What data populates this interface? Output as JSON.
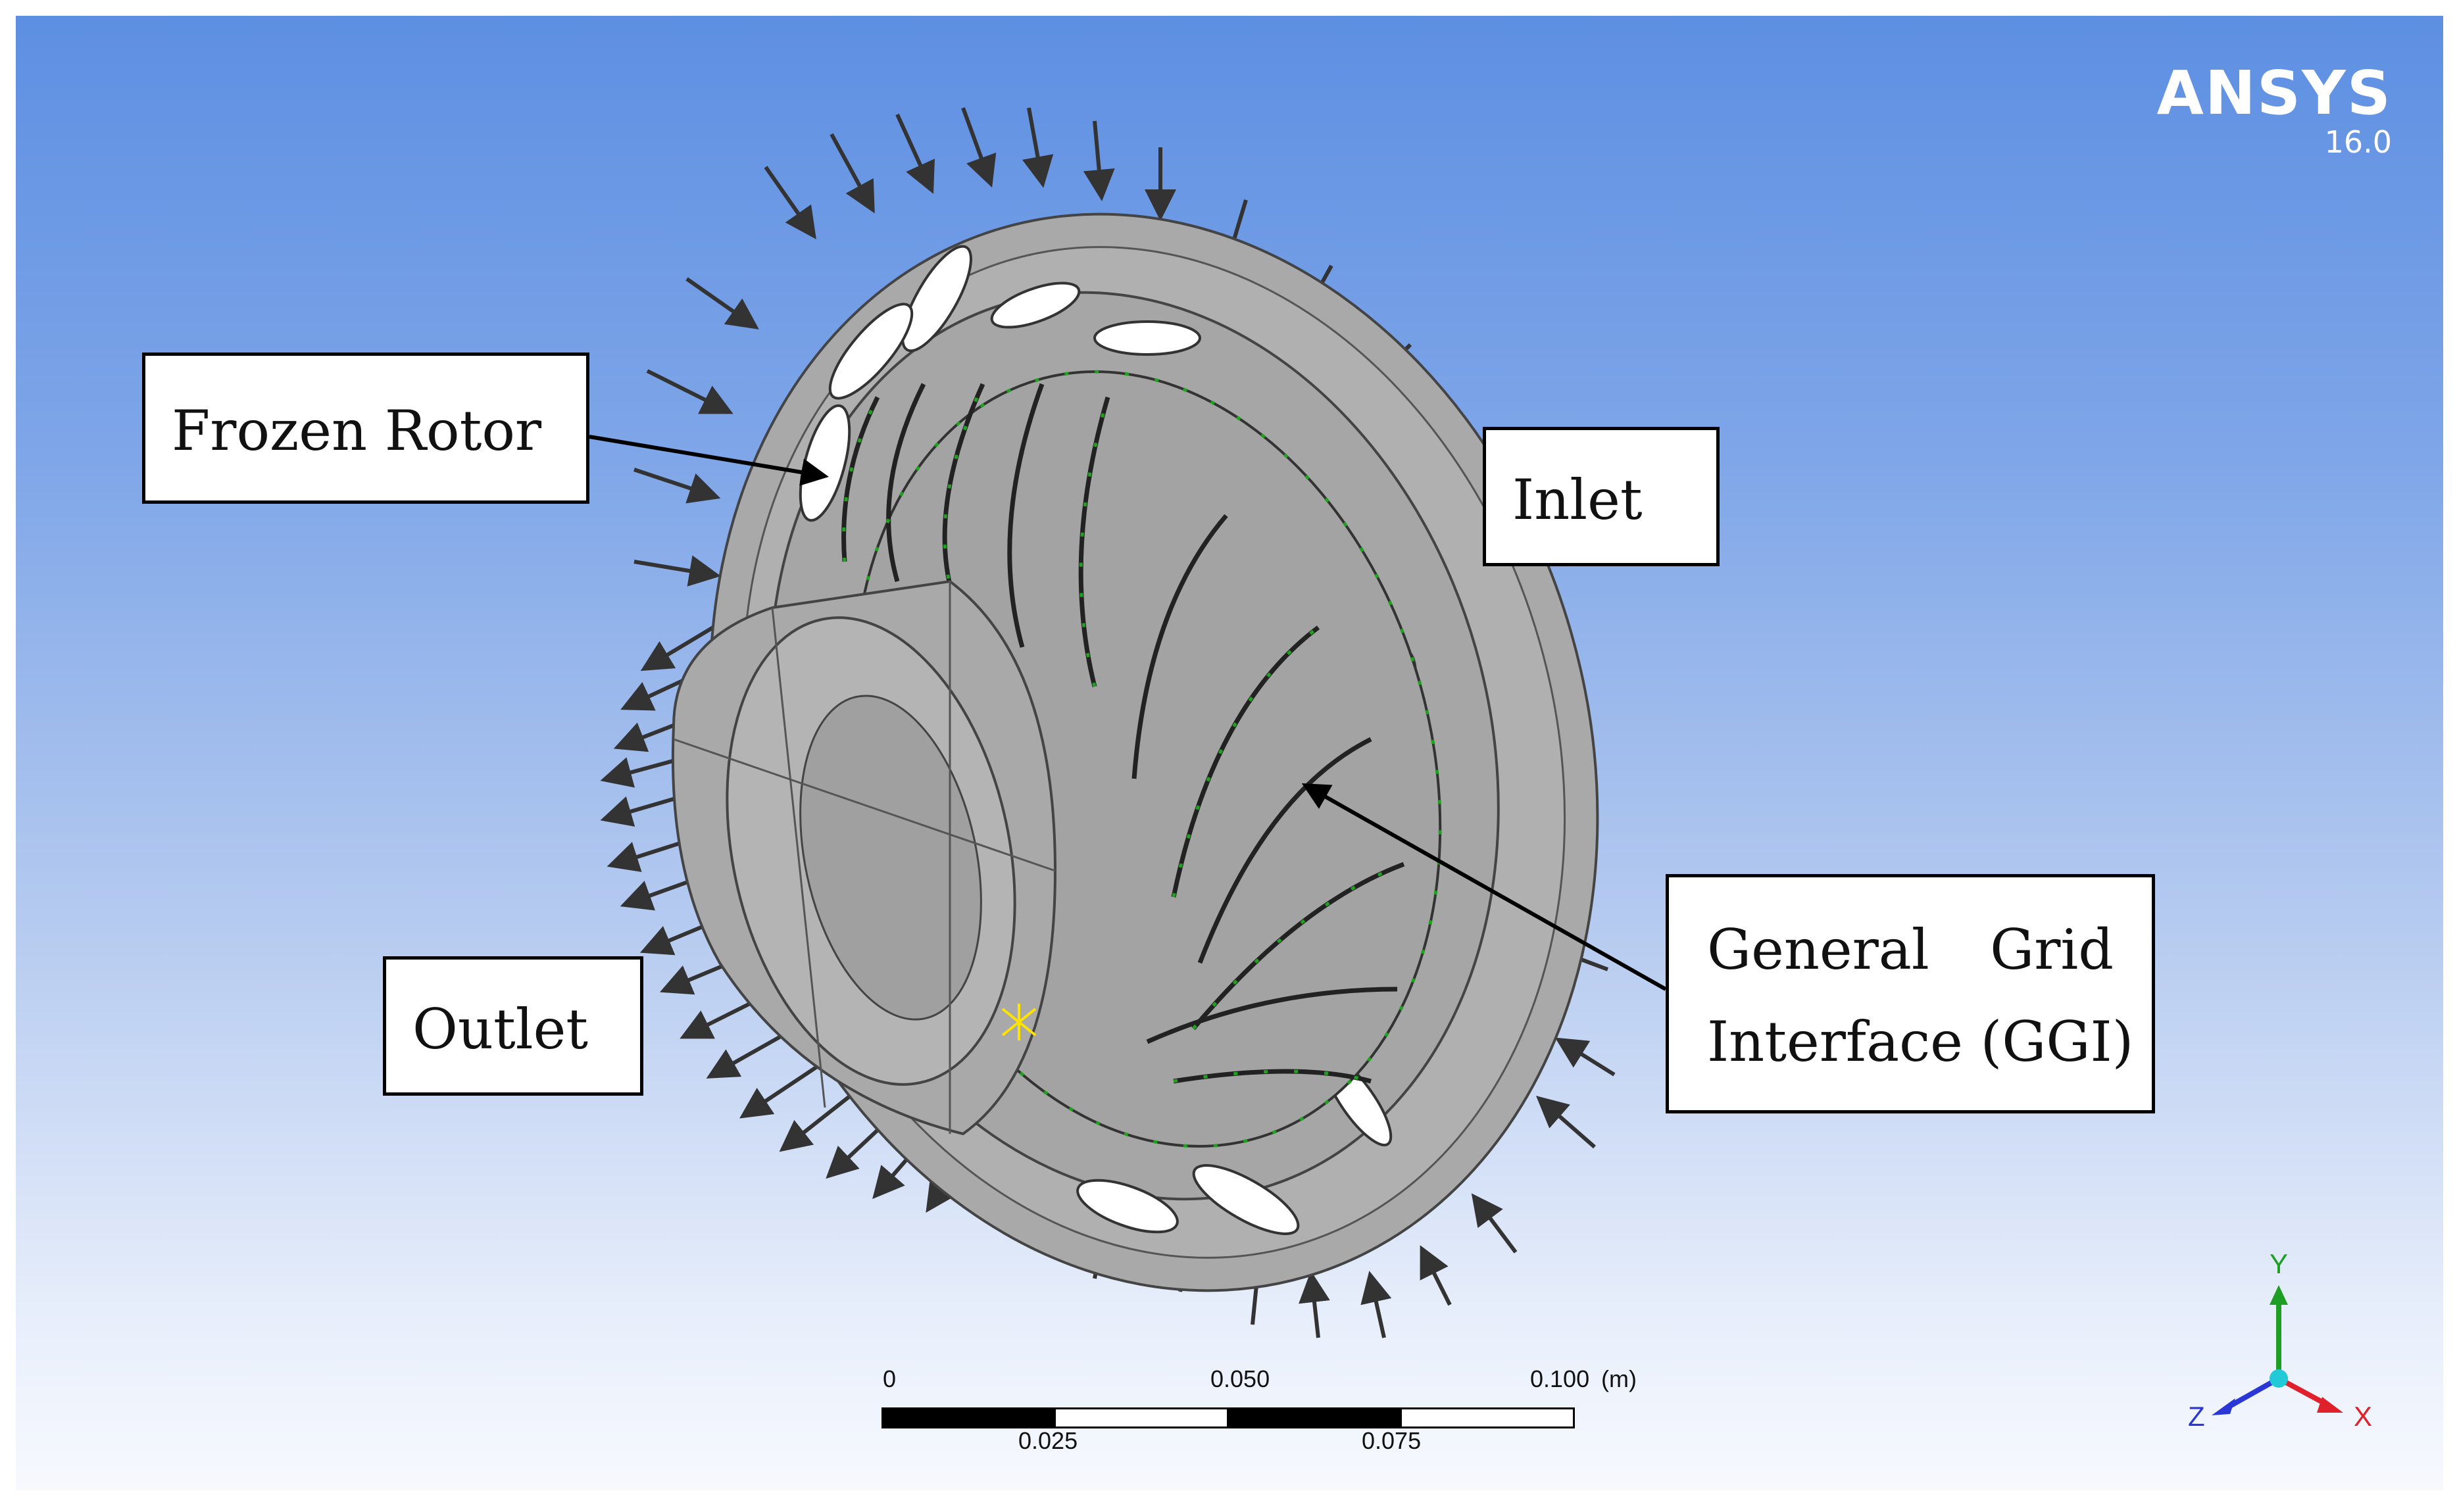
{
  "logo": {
    "name": "ANSYS",
    "version": "16.0"
  },
  "labels": {
    "frozen_rotor": "Frozen Rotor",
    "inlet": "Inlet",
    "outlet": "Outlet",
    "ggi_word1": "General",
    "ggi_word2": "Grid",
    "ggi_line2": "Interface (GGI)"
  },
  "scale_bar": {
    "top_ticks": [
      "0",
      "0.050",
      "0.100"
    ],
    "bottom_ticks": [
      "0.025",
      "0.075"
    ],
    "unit": "(m)"
  },
  "axes": {
    "y": "Y",
    "z": "Z",
    "x": "X"
  },
  "colors": {
    "background_top": "#5d8fe2",
    "background_bottom": "#f7f9fe",
    "geometry": "#a7a7a7",
    "interface_marks": "#1fa31f",
    "x_axis": "#e0202a",
    "y_axis": "#1e9e22",
    "z_axis": "#2a36d6",
    "arrows": "#333333"
  },
  "icons": [
    "axis-triad-icon",
    "origin-star-icon"
  ]
}
